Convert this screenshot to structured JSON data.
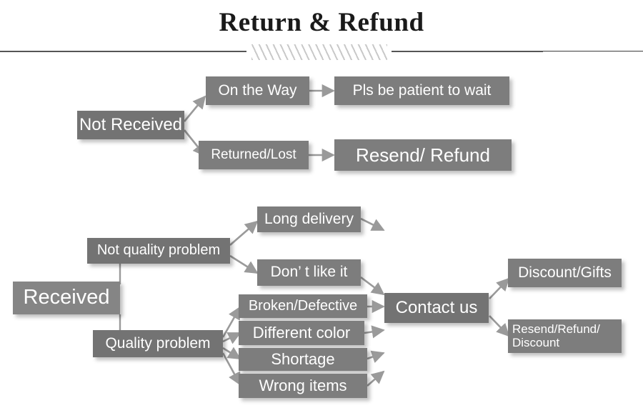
{
  "header": {
    "title": "Return & Refund",
    "divider_icon": "hatched-divider"
  },
  "diagram": {
    "type": "flowchart",
    "background_color": "#ffffff",
    "node_fill_color": "#7d7d7d",
    "node_text_color": "#ffffff",
    "arrow_color": "#9a9a9a",
    "branches": [
      {
        "id": "not-received",
        "root": "Not Received",
        "outcomes": [
          {
            "cause": "On the Way",
            "result": "Pls be patient to wait"
          },
          {
            "cause": "Returned/Lost",
            "result": "Resend/ Refund"
          }
        ]
      },
      {
        "id": "received",
        "root": "Received",
        "categories": [
          {
            "label": "Not quality problem",
            "issues": [
              "Long delivery",
              "Don’ t like it"
            ]
          },
          {
            "label": "Quality problem",
            "issues": [
              "Broken/Defective",
              "Different color",
              "Shortage",
              "Wrong items"
            ]
          }
        ],
        "hub": "Contact us",
        "resolutions": [
          "Discount/Gifts",
          "Resend/Refund/\nDiscount"
        ]
      }
    ]
  },
  "nodes": {
    "not_received": "Not Received",
    "on_the_way": "On the Way",
    "pls_be_patient": "Pls be patient to wait",
    "returned_lost": "Returned/Lost",
    "resend_refund": "Resend/ Refund",
    "received": "Received",
    "not_quality_problem": "Not quality problem",
    "quality_problem": "Quality problem",
    "long_delivery": "Long delivery",
    "dont_like_it": "Don’ t like it",
    "broken_defective": "Broken/Defective",
    "different_color": "Different color",
    "shortage": "Shortage",
    "wrong_items": "Wrong items",
    "contact_us": "Contact us",
    "discount_gifts": "Discount/Gifts",
    "resend_refund_discount_line1": "Resend/Refund/",
    "resend_refund_discount_line2": "Discount"
  }
}
